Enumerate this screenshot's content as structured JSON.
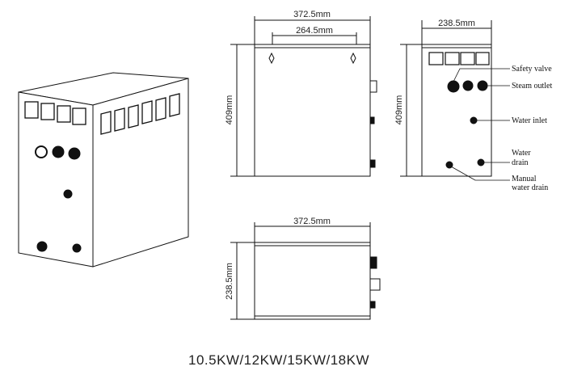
{
  "front_view": {
    "width_label": "372.5mm",
    "inner_width_label": "264.5mm",
    "height_label": "409mm"
  },
  "side_view": {
    "width_label": "238.5mm",
    "height_label": "409mm",
    "callouts": [
      "Safety valve",
      "Steam outlet",
      "Water inlet",
      "Water",
      "drain",
      "Manual",
      "water drain"
    ]
  },
  "top_view": {
    "width_label": "372.5mm",
    "depth_label": "238.5mm"
  },
  "title": "10.5KW/12KW/15KW/18KW"
}
